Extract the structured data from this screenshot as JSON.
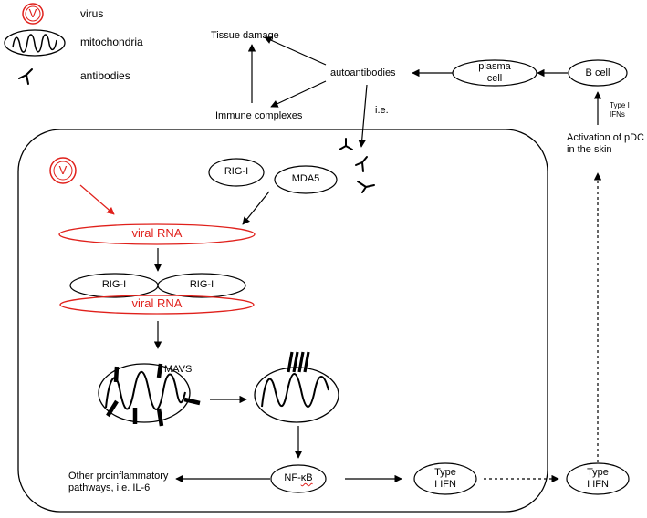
{
  "legend": {
    "virus_label": "virus",
    "virus_symbol": "V",
    "mitochondria_label": "mitochondria",
    "antibodies_label": "antibodies"
  },
  "nodes": {
    "tissue_damage": "Tissue damage",
    "immune_complexes": "Immune complexes",
    "autoantibodies": "autoantibodies",
    "ie_label": "i.e.",
    "plasma_cell_line1": "plasma",
    "plasma_cell_line2": "cell",
    "b_cell": "B cell",
    "type_i_ifns_line1": "Type I",
    "type_i_ifns_line2": "IFNs",
    "activation_line1": "Activation of pDC",
    "activation_line2": "in the skin",
    "virus_symbol": "V",
    "rig_i_top": "RIG-I",
    "mda5": "MDA5",
    "viral_rna_top": "viral RNA",
    "rig_i_left": "RIG-I",
    "rig_i_right": "RIG-I",
    "viral_rna_bottom": "viral RNA",
    "mavs": "MAVS",
    "other_line1": "Other proinflammatory",
    "other_line2": "pathways, i.e. IL-6",
    "nfkb_prefix": "NF-",
    "nfkb_suffix": "κB",
    "type_ifn_inner_line1": "Type",
    "type_ifn_inner_line2": "I IFN",
    "type_ifn_outer_line1": "Type",
    "type_ifn_outer_line2": "I IFN"
  },
  "colors": {
    "red": "#e0201b",
    "black": "#000000"
  }
}
